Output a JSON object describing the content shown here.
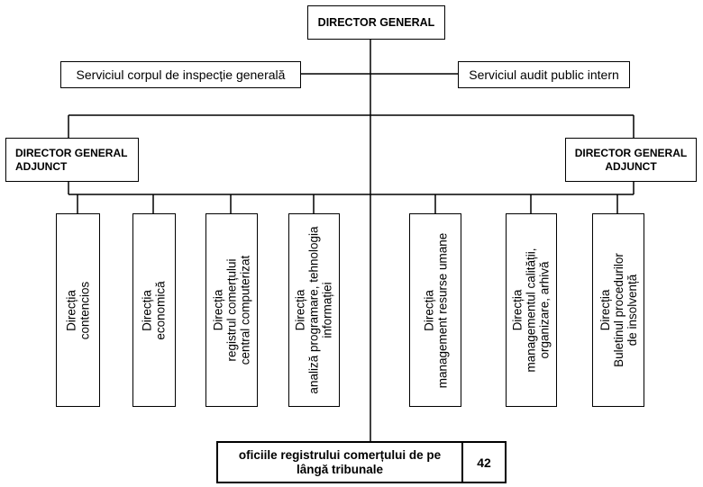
{
  "director_general": "DIRECTOR GENERAL",
  "services": {
    "left": "Serviciul corpul de inspecție generală",
    "right": "Serviciul audit public intern"
  },
  "deputies": {
    "left": "DIRECTOR GENERAL\nADJUNCT",
    "right": "DIRECTOR GENERAL\nADJUNCT"
  },
  "directorates": [
    "Direcția\ncontencios",
    "Direcția\neconomică",
    "Direcția\nregistrul comerțului\ncentral computerizat",
    "Direcția\nanaliză programare, tehnologia\ninformației",
    "Direcția\nmanagement resurse umane",
    "Direcția\nmanagementul calității,\norganizare, arhivă",
    "Direcția\nBuletinul procedurilor\nde insolvență"
  ],
  "offices": {
    "label": "oficiile registrului comerțului de pe\nlângă tribunale",
    "count": "42"
  }
}
